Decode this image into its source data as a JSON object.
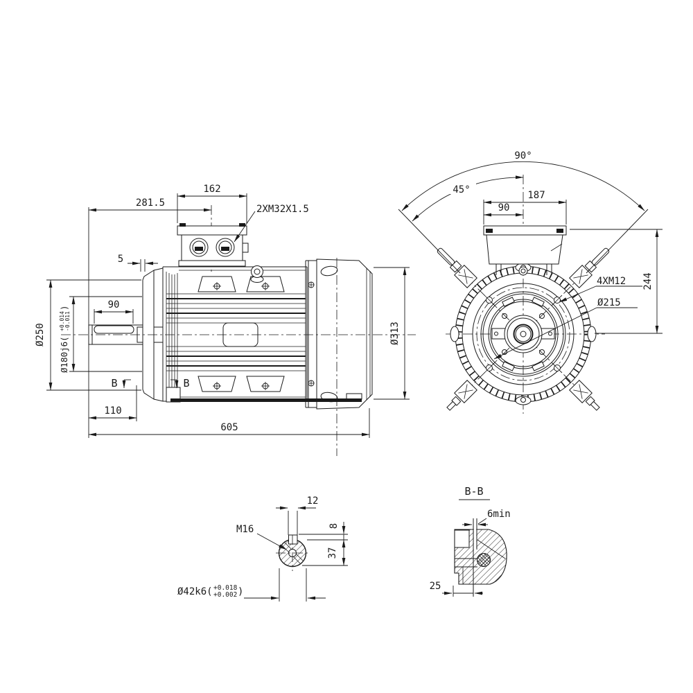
{
  "drawing": {
    "title_semantic": "electric-motor-dimension-drawing",
    "line_color": "#1a1a1a",
    "background": "#ffffff",
    "side_view": {
      "dim_162": "162",
      "dim_281_5": "281.5",
      "gland_label": "2XM32X1.5",
      "dim_5": "5",
      "dim_90_key": "90",
      "dim_dia250": "Ø250",
      "dia180_prefix": "Ø180j6(",
      "dia180_tol_upper": "+0.014",
      "dia180_tol_lower": "-0.011",
      "dia180_suffix": ")",
      "section_label_left": "B",
      "section_label_right": "B",
      "dim_110": "110",
      "dim_605": "605",
      "dim_dia313": "Ø313"
    },
    "front_view": {
      "angle_90": "90°",
      "angle_45": "45°",
      "dim_187": "187",
      "dim_90": "90",
      "bolt_label": "4XM12",
      "dim_dia215": "Ø215",
      "dim_244": "244"
    },
    "shaft_detail": {
      "dim_12": "12",
      "thread_label": "M16",
      "dim_8": "8",
      "dim_37": "37",
      "dia42_prefix": "Ø42k6(",
      "dia42_tol_upper": "+0.018",
      "dia42_tol_lower": "+0.002",
      "dia42_suffix": ")"
    },
    "section_bb": {
      "title": "B-B",
      "dim_6min": "6min",
      "dim_25": "25"
    }
  }
}
